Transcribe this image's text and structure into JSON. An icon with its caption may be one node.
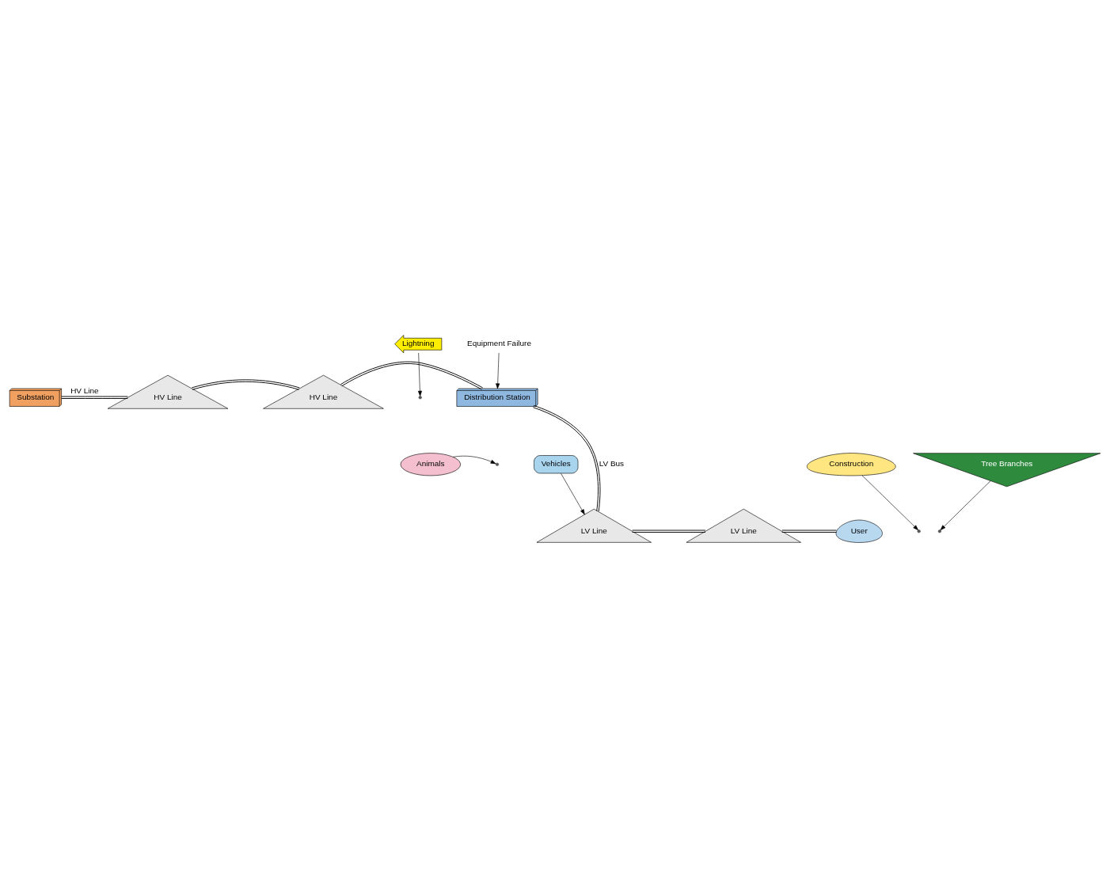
{
  "diagram": {
    "nodes": [
      {
        "text": [
          "Substation"
        ]
      },
      {
        "text": [
          "HV Line"
        ]
      },
      {
        "text": [
          "HV Line"
        ]
      },
      {
        "text": [
          "Distribution Station"
        ]
      },
      {
        "text": [
          "Lightning"
        ]
      },
      {
        "text": [
          "Equipment Failure"
        ]
      },
      {
        "text": [
          "Animals"
        ]
      },
      {
        "text": [
          "Vehicles"
        ]
      },
      {
        "text": [
          "LV Line"
        ]
      },
      {
        "text": [
          "LV Line"
        ]
      },
      {
        "text": [
          "User"
        ]
      },
      {
        "text": [
          "Construction"
        ]
      },
      {
        "text": [
          "Tree Branches"
        ]
      }
    ],
    "edges": [
      {
        "from": 0,
        "to": 1,
        "arrow": "none",
        "label": "HV Line"
      },
      {
        "from": 1,
        "to": 2,
        "arrow": "none"
      },
      {
        "from": 2,
        "to": 3,
        "arrow": "none"
      },
      {
        "from": 4,
        "to": null,
        "arrow": "to"
      },
      {
        "from": 5,
        "to": 3,
        "arrow": "to"
      },
      {
        "from": 3,
        "to": 8,
        "arrow": "none",
        "label": "LV Bus"
      },
      {
        "from": 6,
        "to": null,
        "arrow": "to"
      },
      {
        "from": 7,
        "to": 8,
        "arrow": "to"
      },
      {
        "from": 8,
        "to": 9,
        "arrow": "none"
      },
      {
        "from": 9,
        "to": 10,
        "arrow": "none"
      },
      {
        "from": 11,
        "to": null,
        "arrow": "to"
      },
      {
        "from": 12,
        "to": null,
        "arrow": "to"
      }
    ]
  }
}
